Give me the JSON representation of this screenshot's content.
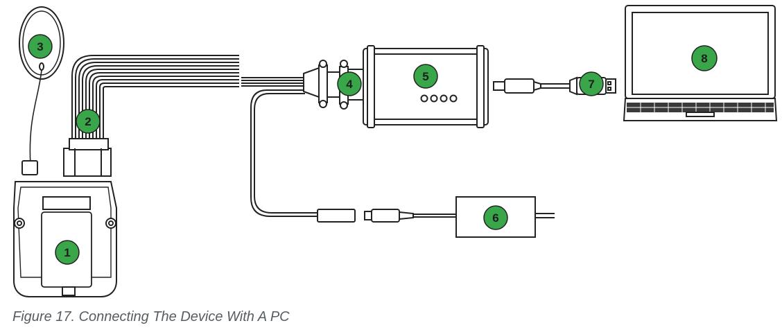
{
  "figure": {
    "caption": "Figure 17. Connecting The Device With A PC"
  },
  "badges": {
    "b1": "1",
    "b2": "2",
    "b3": "3",
    "b4": "4",
    "b5": "5",
    "b6": "6",
    "b7": "7",
    "b8": "8"
  },
  "colors": {
    "badge_fill": "#3aa64a",
    "badge_stroke": "#222222",
    "line": "#222222",
    "keyboard": "#3a3a3a",
    "caption": "#555d62"
  },
  "components": {
    "1": "ecu-module-icon",
    "2": "multi-wire-harness-icon",
    "3": "sensor-loop-icon",
    "4": "db9-connector-icon",
    "5": "interface-box-icon",
    "6": "power-adapter-icon",
    "7": "usb-plug-icon",
    "8": "laptop-icon"
  }
}
